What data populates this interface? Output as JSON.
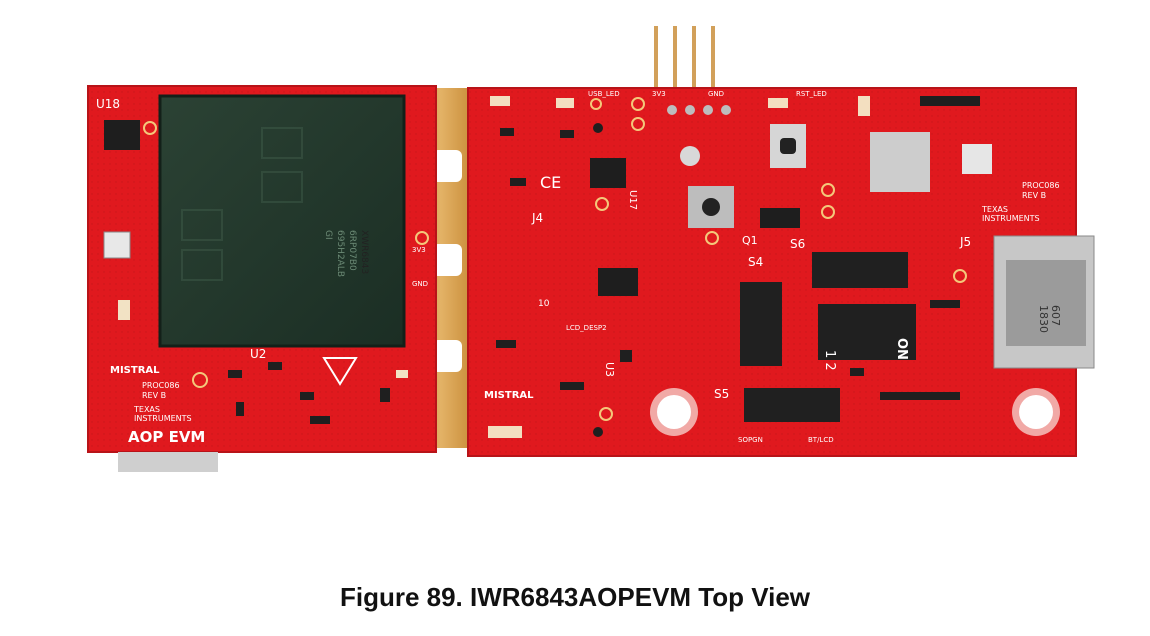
{
  "caption": "Figure 89. IWR6843AOPEVM Top View",
  "colors": {
    "pcb": "#e0191e",
    "pcb_dark": "#b81318",
    "gold": "#d9a24c",
    "chip": "#22382c",
    "silk": "#ffffff"
  },
  "board": {
    "left_module": {
      "ref_u18": "U18",
      "ref_u2": "U2",
      "chip_marking": [
        "XWR6843",
        "6RP07B0",
        "695H2ALB",
        "GI"
      ],
      "brand": "MISTRAL",
      "rev_lines": [
        "PROC086",
        "REV B"
      ],
      "ti_lines": [
        "TEXAS",
        "INSTRUMENTS"
      ],
      "product": "AOP EVM",
      "pad_labels": [
        "3V3",
        "GND"
      ]
    },
    "right_module": {
      "ref_j4": "J4",
      "ref_j5": "J5",
      "ref_u17": "U17",
      "ref_u3": "U3",
      "ref_q1": "Q1",
      "ref_s4": "S4",
      "ref_s5": "S5",
      "ref_s6": "S6",
      "lcd_label": "LCD_DESP2",
      "brand": "MISTRAL",
      "rev_lines": [
        "PROC086",
        "REV B"
      ],
      "ti_lines": [
        "TEXAS",
        "INSTRUMENTS"
      ],
      "usb_marking": [
        "1830",
        "607"
      ],
      "switch_on": "ON",
      "switch_nums": "1 2",
      "bottom_labels": [
        "SOPGN",
        "BT/LCD"
      ],
      "header_labels": [
        "3V3",
        "GND"
      ],
      "led_labels": [
        "USB_LED",
        "RST_LED"
      ],
      "ce_mark": "CE",
      "num_10": "10"
    }
  }
}
